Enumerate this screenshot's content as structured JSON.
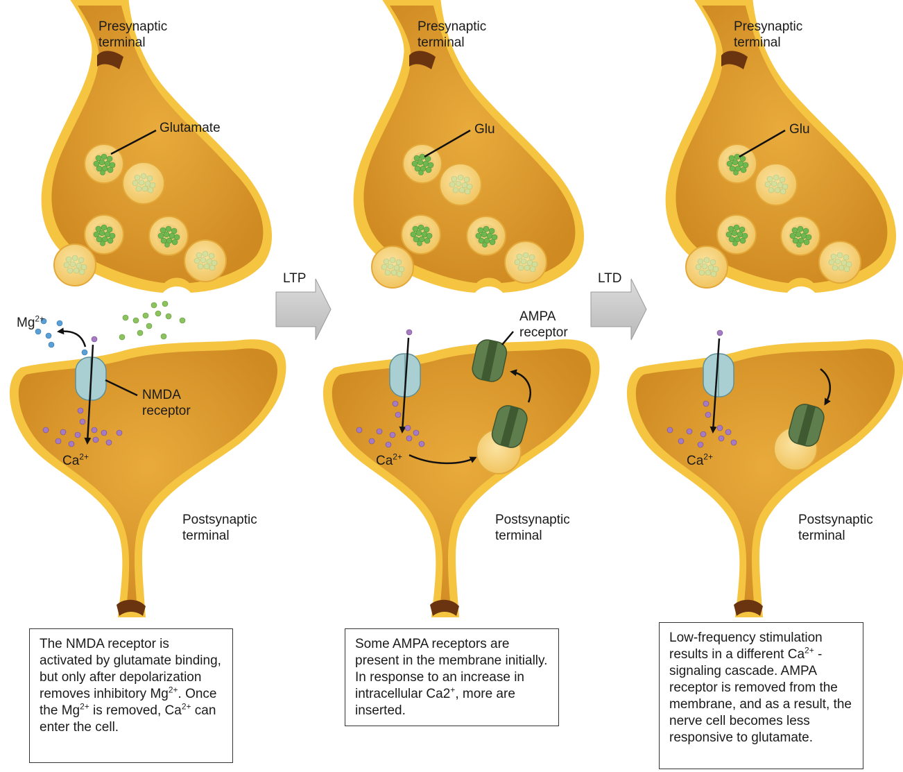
{
  "panel1": {
    "presynaptic_label": "Presynaptic terminal",
    "glutamate_label": "Glutamate",
    "mg_label": "Mg",
    "mg_charge": "2+",
    "nmda_label": "NMDA receptor",
    "ca_label": "Ca",
    "ca_charge": "2+",
    "postsynaptic_label": "Postsynaptic terminal",
    "caption": {
      "p1": "The NMDA receptor is activated by glutamate binding, but only after depolarization removes inhibitory Mg",
      "sup1": "2+",
      "p2": ". Once the Mg",
      "sup2": "2+",
      "p3": " is removed, Ca",
      "sup3": "2+",
      "p4": " can enter the cell."
    }
  },
  "ltp_arrow_label": "LTP",
  "panel2": {
    "presynaptic_label": "Presynaptic terminal",
    "glu_label": "Glu",
    "ampa_label": "AMPA receptor",
    "ca_label": "Ca",
    "ca_charge": "2+",
    "postsynaptic_label": "Postsynaptic terminal",
    "caption": {
      "p1": "Some AMPA receptors are present in the membrane initially. In response to an increase in intracellular Ca2",
      "sup1": "+",
      "p2": ", more are inserted."
    }
  },
  "ltd_arrow_label": "LTD",
  "panel3": {
    "presynaptic_label": "Presynaptic terminal",
    "glu_label": "Glu",
    "ca_label": "Ca",
    "ca_charge": "2+",
    "postsynaptic_label": "Postsynaptic terminal",
    "caption": {
      "p1": "Low-frequency stimulation results in a different Ca",
      "sup1": "2+",
      "p2": " -signaling cascade. AMPA receptor is removed from the membrane, and as a result, the nerve cell becomes less responsive to glutamate."
    }
  },
  "colors": {
    "terminal_fill": "#e2a235",
    "terminal_edge": "#f5c542",
    "vesicle": "#f7d27e",
    "glutamate": "#7cc15a",
    "nmda": "#a9cfd2",
    "ampa": "#5f7e4d",
    "mg_ion": "#5aa0d6",
    "ca_ion": "#a77bc4",
    "arrow_block": "#c8c8c8"
  }
}
